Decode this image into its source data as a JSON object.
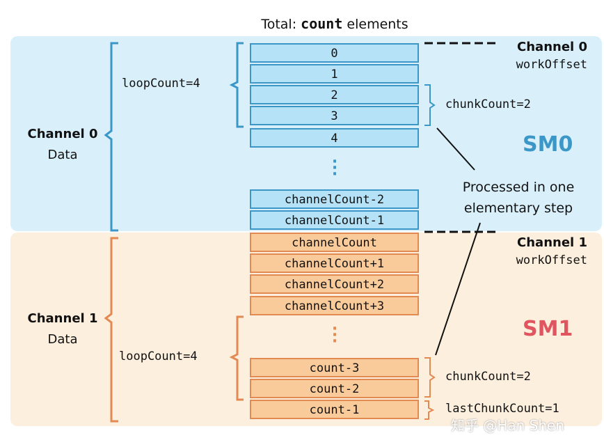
{
  "title": {
    "prefix": "Total: ",
    "mono": "count",
    "suffix": " elements"
  },
  "channel0": {
    "side_name": "Channel 0",
    "side_sub": "Data",
    "offset_name": "Channel 0",
    "offset_sub": "workOffset",
    "loop": "loopCount=4",
    "chunk": "chunkCount=2",
    "cells": [
      "0",
      "1",
      "2",
      "3",
      "4"
    ],
    "tail_cells": [
      "channelCount-2",
      "channelCount-1"
    ]
  },
  "channel1": {
    "side_name": "Channel 1",
    "side_sub": "Data",
    "offset_name": "Channel 1",
    "offset_sub": "workOffset",
    "loop": "loopCount=4",
    "chunk": "chunkCount=2",
    "last_chunk": "lastChunkCount=1",
    "cells": [
      "channelCount",
      "channelCount+1",
      "channelCount+2",
      "channelCount+3"
    ],
    "tail_cells": [
      "count-3",
      "count-2",
      "count-1"
    ]
  },
  "sm0": "SM0",
  "sm1": "SM1",
  "step_note": {
    "line1": "Processed in one",
    "line2": "elementary step"
  },
  "watermark": "知乎 @Han Shen",
  "colors": {
    "blue": "#3b97c8",
    "orange": "#e28a52",
    "red": "#e0555f"
  }
}
